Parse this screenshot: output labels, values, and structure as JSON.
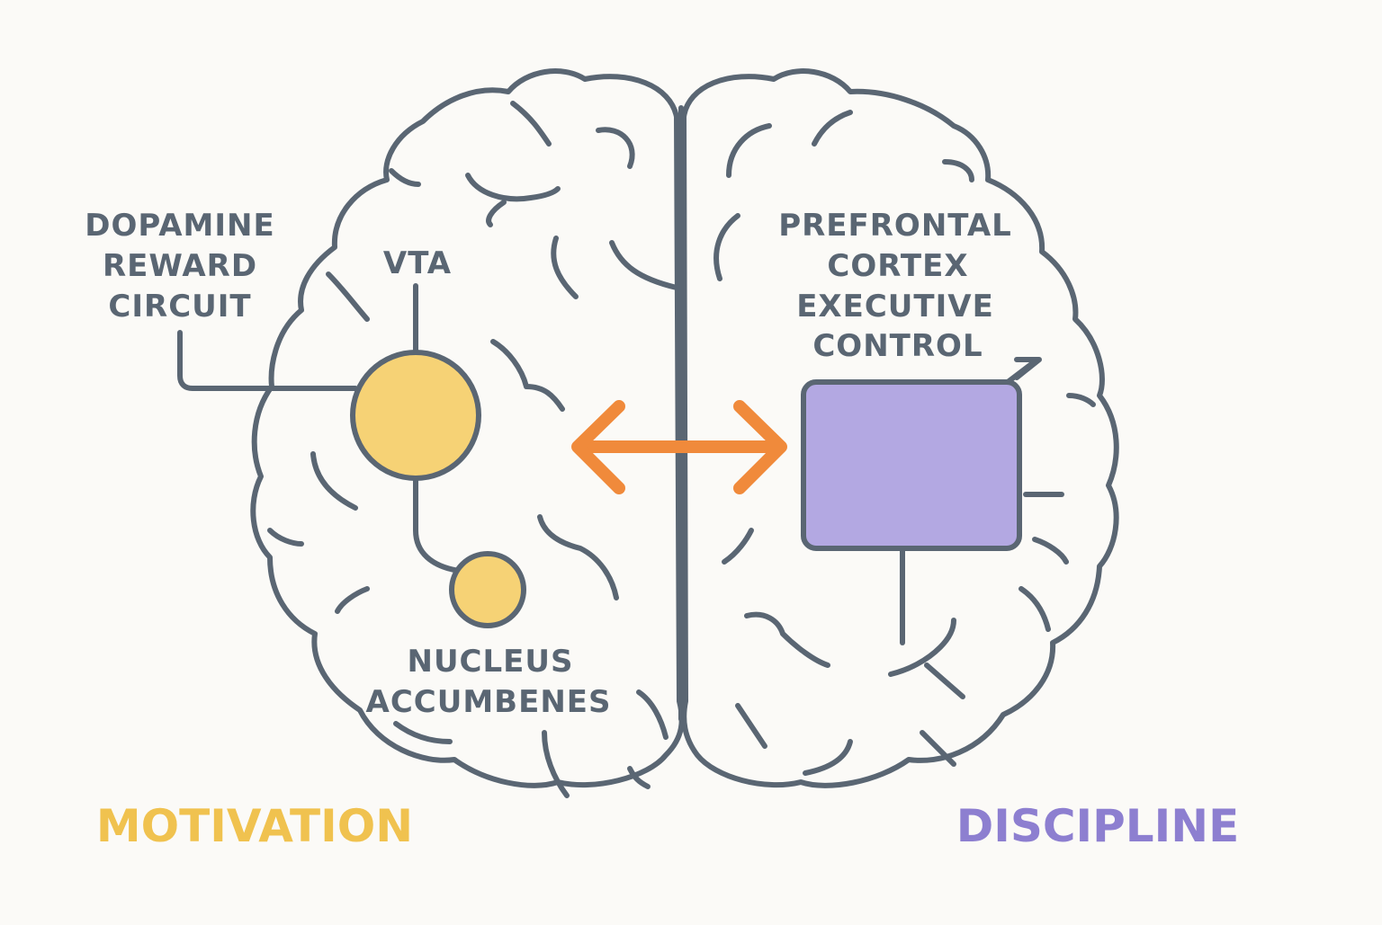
{
  "labels": {
    "dopamine": [
      "DOPAMINE",
      "REWARD",
      "CIRCUIT"
    ],
    "vta": "VTA",
    "nucleus": [
      "NUCLEUS",
      "ACCUMBENES"
    ],
    "prefrontal": [
      "PREFRONTAL",
      "CORTEX",
      "EXECUTIVE",
      "CONTROL"
    ],
    "motivation": "MOTIVATION",
    "discipline": "DISCIPLINE"
  },
  "colors": {
    "outline": "#5a6673",
    "motivation": "#f0c24f",
    "discipline": "#8d7fd0",
    "node_fill": "#f6d275",
    "box_fill": "#b3a8e2",
    "arrow": "#f08a3b",
    "text": "#5a6673"
  },
  "icons": {
    "brain": "brain-outline-icon",
    "arrow": "double-arrow-icon"
  }
}
